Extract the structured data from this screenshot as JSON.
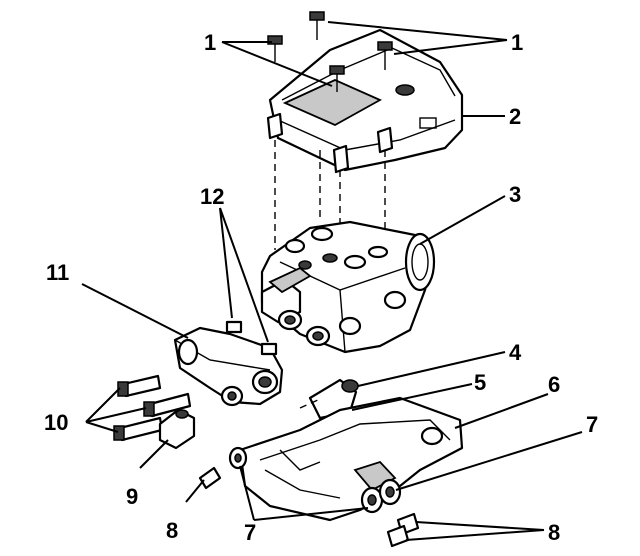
{
  "callouts": {
    "c1a": "1",
    "c1b": "1",
    "c2": "2",
    "c3": "3",
    "c4": "4",
    "c5": "5",
    "c6": "6",
    "c7a": "7",
    "c7b": "7",
    "c8a": "8",
    "c8b": "8",
    "c9": "9",
    "c10": "10",
    "c11": "11",
    "c12": "12"
  }
}
